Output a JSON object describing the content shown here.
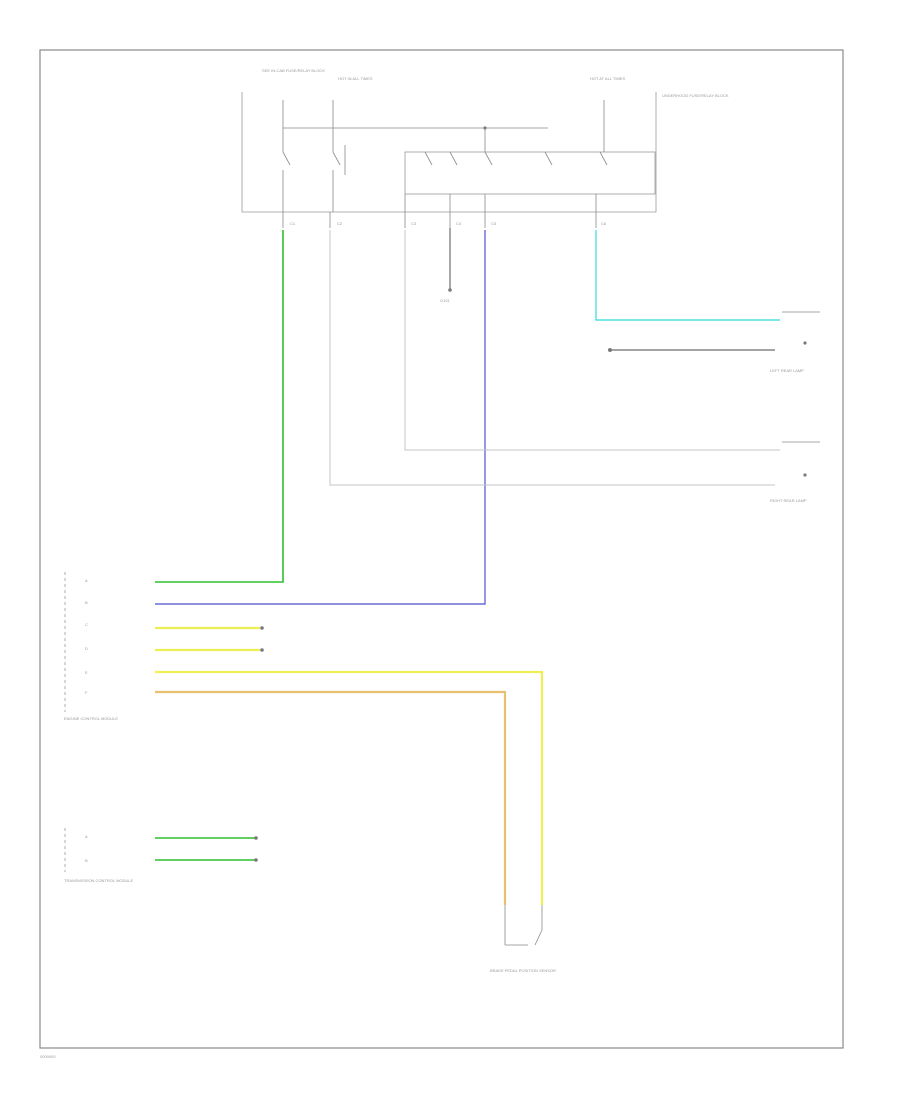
{
  "diagram": {
    "modules": {
      "relay_box_title": "SEE IN-CAB FUSE/RELAY BLOCK",
      "relay_hot_label": "HOT IN ALL TIMES",
      "relay_hot_label_2": "HOT AT ALL TIMES",
      "underhood_box_title": "UNDERHOOD FUSE/RELAY BLOCK",
      "ecm_title": "ENGINE CONTROL MODULE",
      "tcm_title": "TRANSMISSION CONTROL MODULE",
      "brake_switch_title": "BRAKE PEDAL POSITION SENSOR"
    },
    "connector_labels": [
      "C1",
      "C2",
      "C3",
      "C4",
      "C5",
      "C6"
    ],
    "ground_label": "G101",
    "ecm_pins": [
      "A",
      "B",
      "C",
      "D",
      "E",
      "F"
    ],
    "tcm_pins": [
      "A",
      "B"
    ],
    "right_components": [
      "LEFT REAR LAMP",
      "RIGHT REAR LAMP"
    ],
    "wire_colors": {
      "green": "#2fbf2f",
      "blue": "#6b6bd6",
      "cyan": "#4fe0e0",
      "yellow": "#eeee55",
      "orange": "#e8c070",
      "gray": "#9a9a9a"
    },
    "footer_code": "0000000"
  }
}
